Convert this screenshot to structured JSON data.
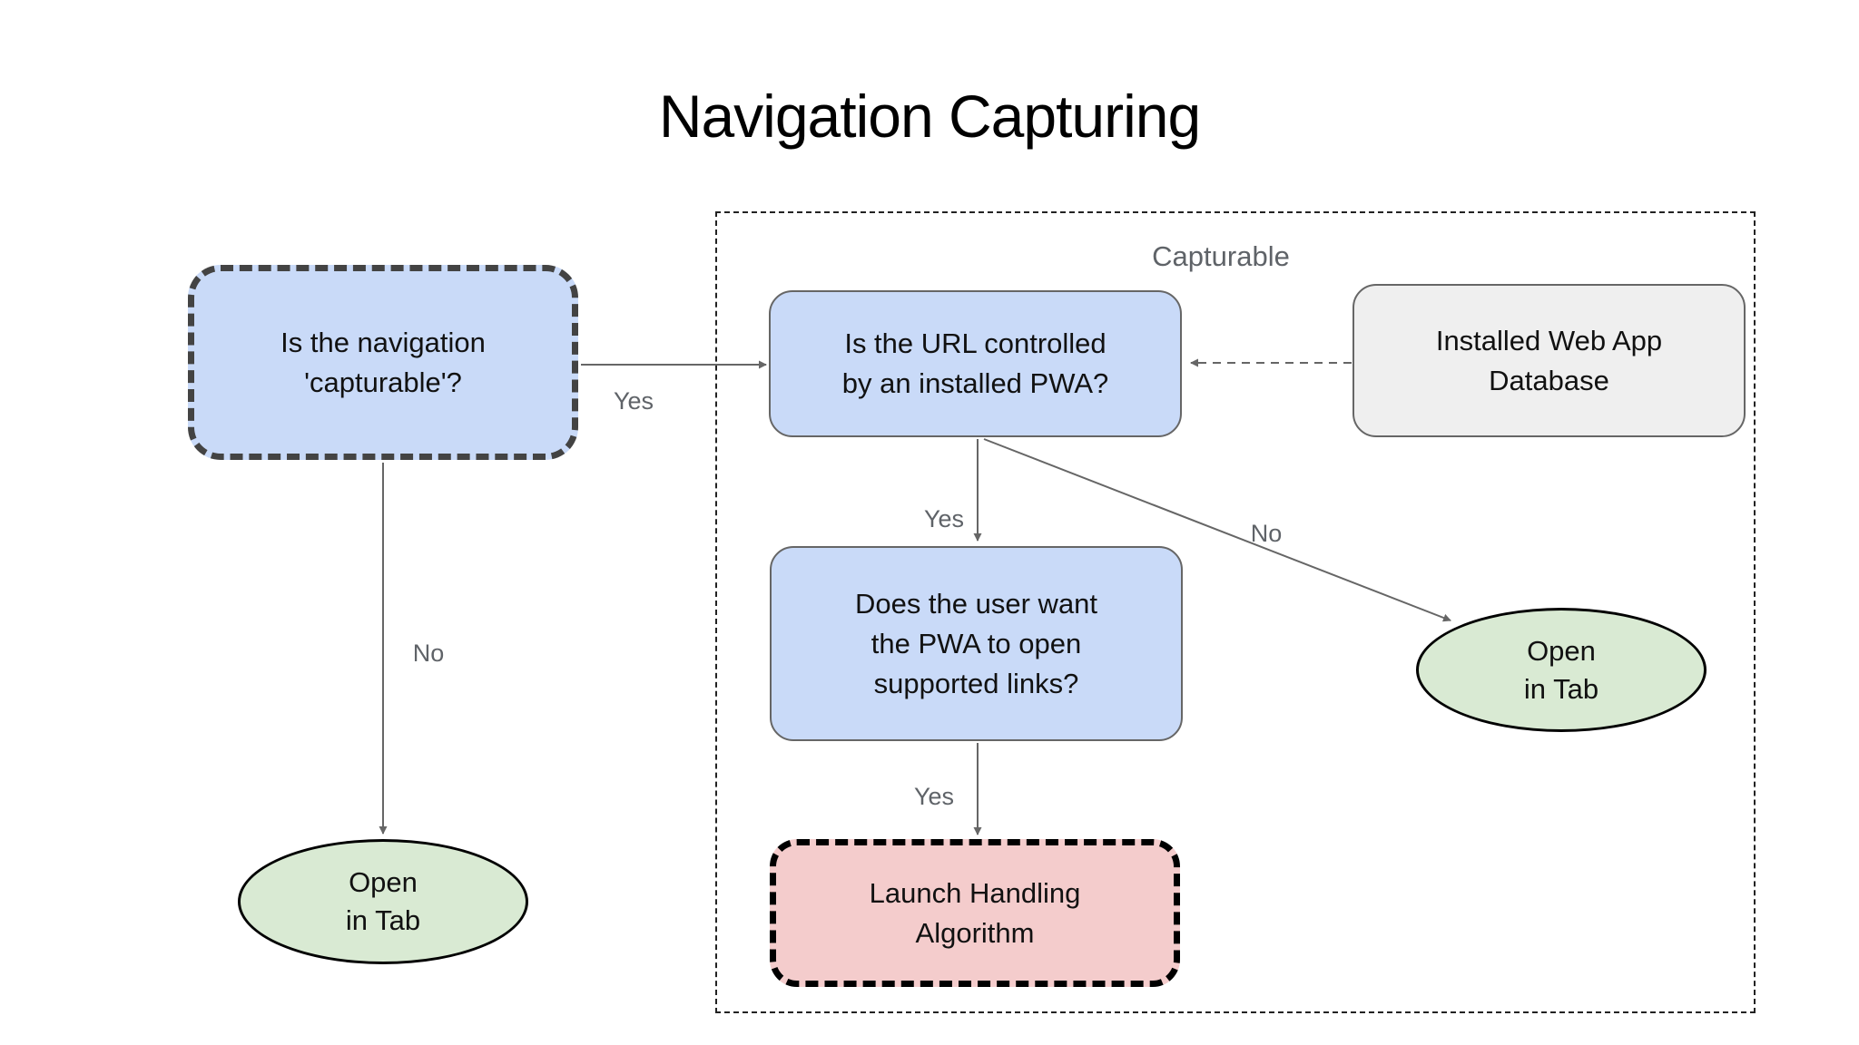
{
  "title": "Navigation Capturing",
  "container": {
    "label": "Capturable"
  },
  "nodes": {
    "capturable_question": "Is the navigation\n'capturable'?",
    "url_controlled": "Is the URL controlled\nby an installed PWA?",
    "database": "Installed Web App\nDatabase",
    "user_want": "Does the user want\nthe PWA to open\nsupported links?",
    "launch_handling": "Launch Handling\nAlgorithm",
    "open_in_tab_left": "Open\nin Tab",
    "open_in_tab_right": "Open\nin Tab"
  },
  "edge_labels": {
    "capturable_yes": "Yes",
    "capturable_no": "No",
    "pwa_yes": "Yes",
    "pwa_no": "No",
    "links_yes": "Yes"
  },
  "colors": {
    "blue_fill": "#c9daf8",
    "green_fill": "#d9ead3",
    "pink_fill": "#f4cccc",
    "gray_fill": "#efefef",
    "node_border": "#666666",
    "dark_dash": "#434343",
    "dash_border": "#222222",
    "arrow": "#666666",
    "label_gray": "#5f6368",
    "title_color": "#000000"
  }
}
